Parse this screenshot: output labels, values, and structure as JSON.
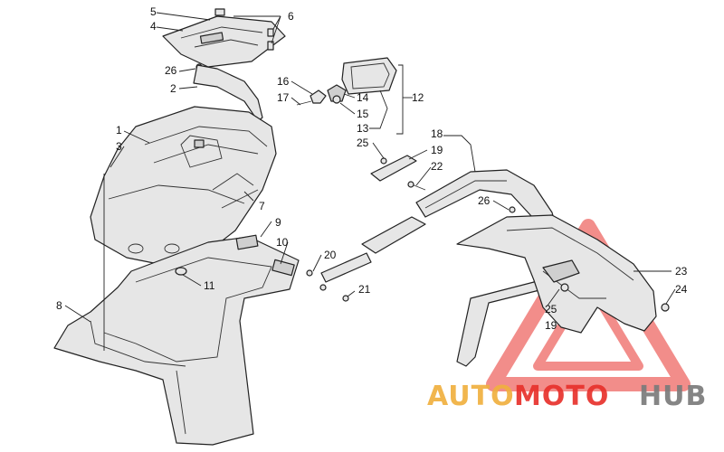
{
  "diagram": {
    "callouts": [
      {
        "id": "c5",
        "label": "5"
      },
      {
        "id": "c4",
        "label": "4"
      },
      {
        "id": "c6",
        "label": "6"
      },
      {
        "id": "c26a",
        "label": "26"
      },
      {
        "id": "c2",
        "label": "2"
      },
      {
        "id": "c1",
        "label": "1"
      },
      {
        "id": "c3",
        "label": "3"
      },
      {
        "id": "c7",
        "label": "7"
      },
      {
        "id": "c9",
        "label": "9"
      },
      {
        "id": "c10",
        "label": "10"
      },
      {
        "id": "c11",
        "label": "11"
      },
      {
        "id": "c8",
        "label": "8"
      },
      {
        "id": "c16",
        "label": "16"
      },
      {
        "id": "c17",
        "label": "17"
      },
      {
        "id": "c14",
        "label": "14"
      },
      {
        "id": "c15",
        "label": "15"
      },
      {
        "id": "c13",
        "label": "13"
      },
      {
        "id": "c12",
        "label": "12"
      },
      {
        "id": "c25a",
        "label": "25"
      },
      {
        "id": "c19a",
        "label": "19"
      },
      {
        "id": "c22",
        "label": "22"
      },
      {
        "id": "c18",
        "label": "18"
      },
      {
        "id": "c26b",
        "label": "26"
      },
      {
        "id": "c20",
        "label": "20"
      },
      {
        "id": "c21",
        "label": "21"
      },
      {
        "id": "c23",
        "label": "23"
      },
      {
        "id": "c24",
        "label": "24"
      },
      {
        "id": "c25b",
        "label": "25"
      },
      {
        "id": "c19b",
        "label": "19"
      }
    ]
  },
  "watermark": {
    "part1": "AUTO",
    "part2": "MOTO",
    "part3": "HUB",
    "color_orange": "#f0b040",
    "color_red": "#e8312c",
    "color_gray": "#7b7b7b"
  }
}
